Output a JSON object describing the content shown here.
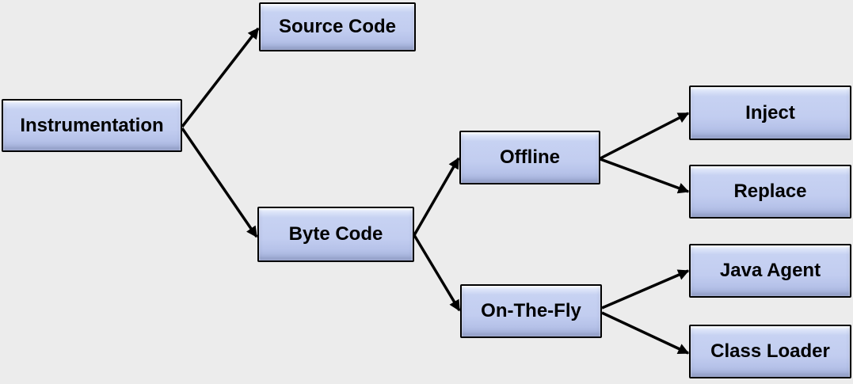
{
  "diagram": {
    "background_color": "#ececec",
    "node_fill_color": "#c3cef0",
    "node_border_color": "#000000",
    "arrow_color": "#000000",
    "nodes": {
      "instrumentation": {
        "label": "Instrumentation"
      },
      "source_code": {
        "label": "Source Code"
      },
      "byte_code": {
        "label": "Byte Code"
      },
      "offline": {
        "label": "Offline"
      },
      "on_the_fly": {
        "label": "On-The-Fly"
      },
      "inject": {
        "label": "Inject"
      },
      "replace": {
        "label": "Replace"
      },
      "java_agent": {
        "label": "Java Agent"
      },
      "class_loader": {
        "label": "Class Loader"
      }
    },
    "edges": [
      {
        "from": "Instrumentation",
        "to": "Source Code"
      },
      {
        "from": "Instrumentation",
        "to": "Byte Code"
      },
      {
        "from": "Byte Code",
        "to": "Offline"
      },
      {
        "from": "Byte Code",
        "to": "On-The-Fly"
      },
      {
        "from": "Offline",
        "to": "Inject"
      },
      {
        "from": "Offline",
        "to": "Replace"
      },
      {
        "from": "On-The-Fly",
        "to": "Java Agent"
      },
      {
        "from": "On-The-Fly",
        "to": "Class Loader"
      }
    ]
  }
}
